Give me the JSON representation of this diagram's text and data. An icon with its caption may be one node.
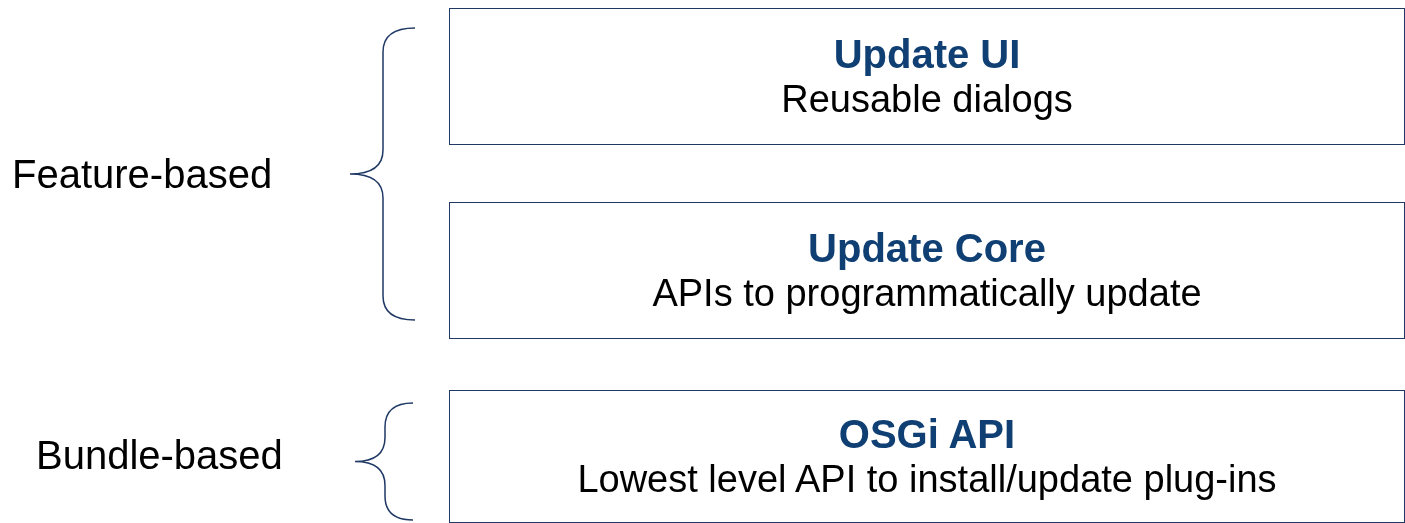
{
  "diagram": {
    "nodes": [
      {
        "text": [
          "Update UI",
          "Reusable dialogs"
        ]
      },
      {
        "text": [
          "Update Core",
          "APIs to programmatically update"
        ]
      },
      {
        "text": [
          "OSGi API",
          "Lowest level API to install/update plug-ins"
        ]
      }
    ],
    "labels": [
      "Feature-based",
      "Bundle-based"
    ]
  }
}
